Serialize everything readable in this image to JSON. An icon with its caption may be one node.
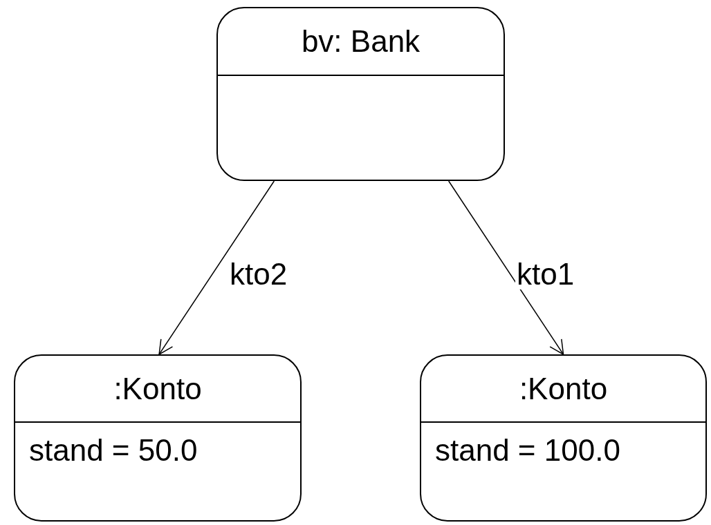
{
  "diagram": {
    "nodes": [
      {
        "text": [
          "bv: Bank"
        ]
      },
      {
        "text": [
          ":Konto",
          "stand = 50.0"
        ]
      },
      {
        "text": [
          ":Konto",
          "stand = 100.0"
        ]
      }
    ],
    "edges": [
      {
        "from": 0,
        "to": 1,
        "arrow": "to",
        "label": "kto2"
      },
      {
        "from": 0,
        "to": 2,
        "arrow": "to",
        "label": "kto1"
      }
    ]
  }
}
